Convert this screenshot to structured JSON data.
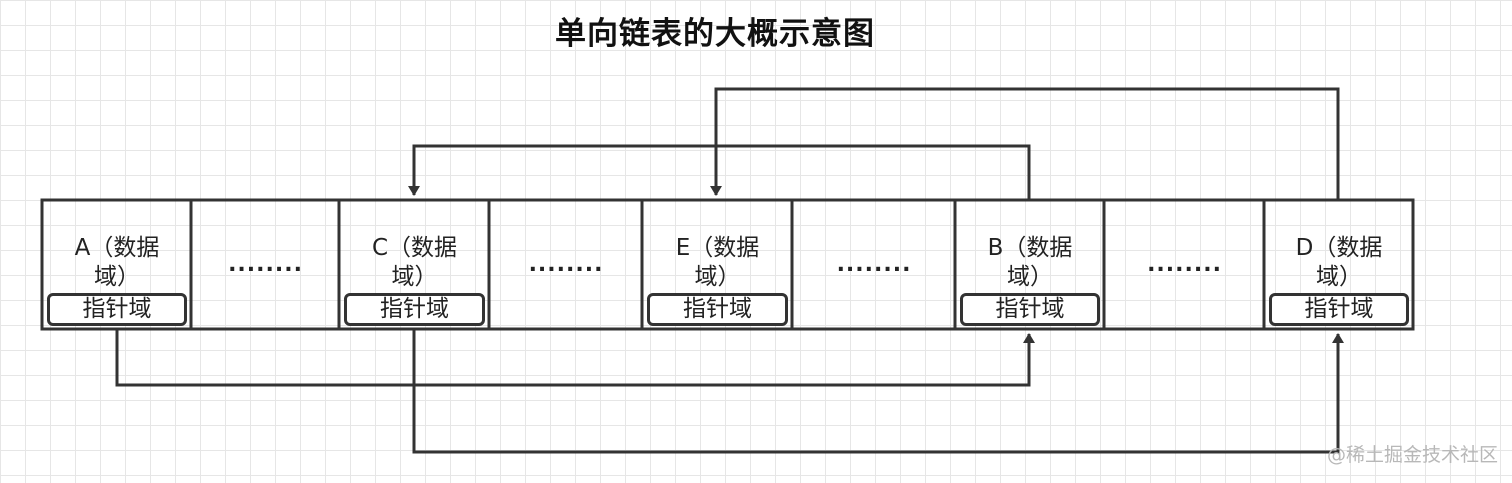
{
  "title": "单向链表的大概示意图",
  "nodes": [
    {
      "label": "A（数据域）",
      "pointer": "指针域"
    },
    {
      "label": "C（数据域）",
      "pointer": "指针域"
    },
    {
      "label": "E（数据域）",
      "pointer": "指针域"
    },
    {
      "label": "B（数据域）",
      "pointer": "指针域"
    },
    {
      "label": "D（数据域）",
      "pointer": "指针域"
    }
  ],
  "ellipsis": "........",
  "links": [
    {
      "from": "A",
      "to": "B"
    },
    {
      "from": "B",
      "to": "C"
    },
    {
      "from": "C",
      "to": "D"
    },
    {
      "from": "D",
      "to": "E"
    }
  ],
  "watermark": "@稀土掘金技术社区",
  "colors": {
    "line": "#333333",
    "grid": "#e6e6e6",
    "watermark": "#b8b8b8"
  }
}
